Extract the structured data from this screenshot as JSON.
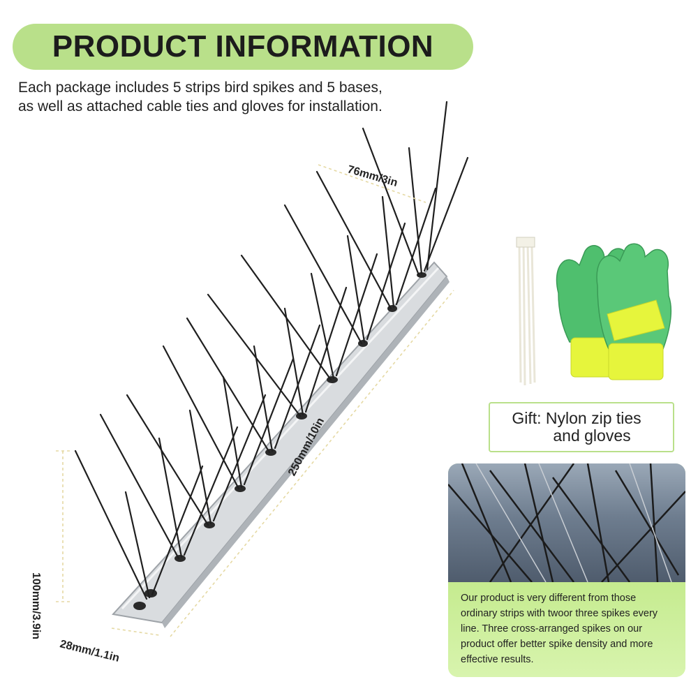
{
  "header": {
    "title": "PRODUCT INFORMATION",
    "intro_lines": [
      "Each package includes 5 strips bird spikes and 5 bases,",
      "as well as attached cable ties and gloves for installation."
    ]
  },
  "dimensions": {
    "width_top": "76mm/3in",
    "length": "250mm/10in",
    "height": "100mm/3.9in",
    "base_width": "28mm/1.1in"
  },
  "gift": {
    "line1": "Gift: Nylon zip ties",
    "line2": "and gloves"
  },
  "feature_card": {
    "lines": [
      "Our product is very different from those",
      "ordinary strips with twoor three spikes every",
      "line. Three cross-arranged spikes on our",
      "product offer better spike density and more",
      "effective results."
    ]
  },
  "colors": {
    "accent_green": "#b9e08a",
    "card_green": "#d4f0a8",
    "glove_green": "#4fbf6e",
    "glove_cuff": "#e6f53c"
  },
  "icons": [
    "bird-spike-strip-illustration",
    "zip-ties-illustration",
    "gloves-illustration",
    "spike-closeup-photo"
  ]
}
